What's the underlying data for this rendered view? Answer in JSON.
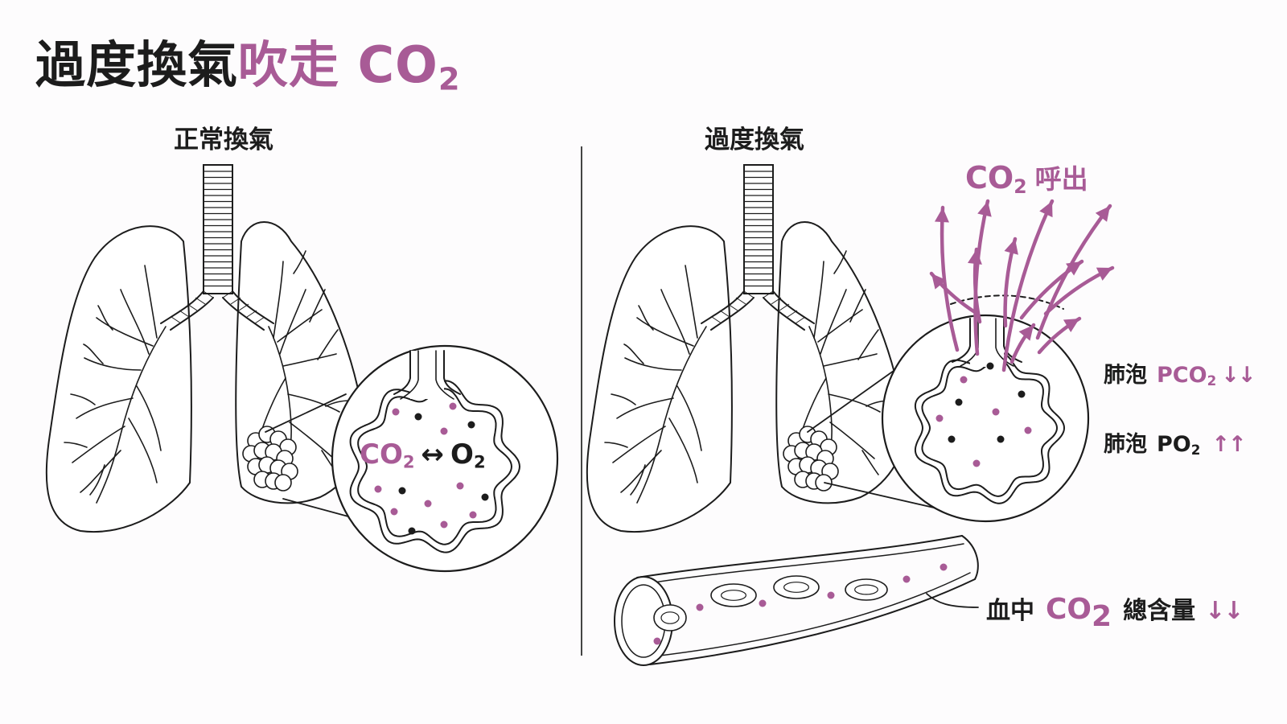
{
  "title": {
    "main": "過度換氣",
    "accent": "吹走 CO",
    "accent_sub": "2"
  },
  "panels": {
    "left": {
      "heading": "正常換氣"
    },
    "right": {
      "heading": "過度換氣"
    }
  },
  "labels": {
    "exchange": {
      "left": "CO",
      "left_sub": "2",
      "arrow": "↔",
      "right": "O",
      "right_sub": "2"
    },
    "exhale": {
      "text": "CO",
      "sub": "2",
      "suffix": "呼出"
    },
    "alveolar_pco2": {
      "prefix": "肺泡",
      "text": "PCO",
      "sub": "2",
      "arrows": "↓↓"
    },
    "alveolar_po2": {
      "prefix": "肺泡",
      "text": "PO",
      "sub": "2",
      "arrows": "↑↑"
    },
    "blood_co2": {
      "prefix": "血中",
      "text": "CO",
      "sub": "2",
      "suffix": "總含量",
      "arrows": "↓↓"
    }
  },
  "colors": {
    "accent": "#a85b96",
    "ink": "#1c1c1c",
    "background": "#fdfcfd"
  }
}
